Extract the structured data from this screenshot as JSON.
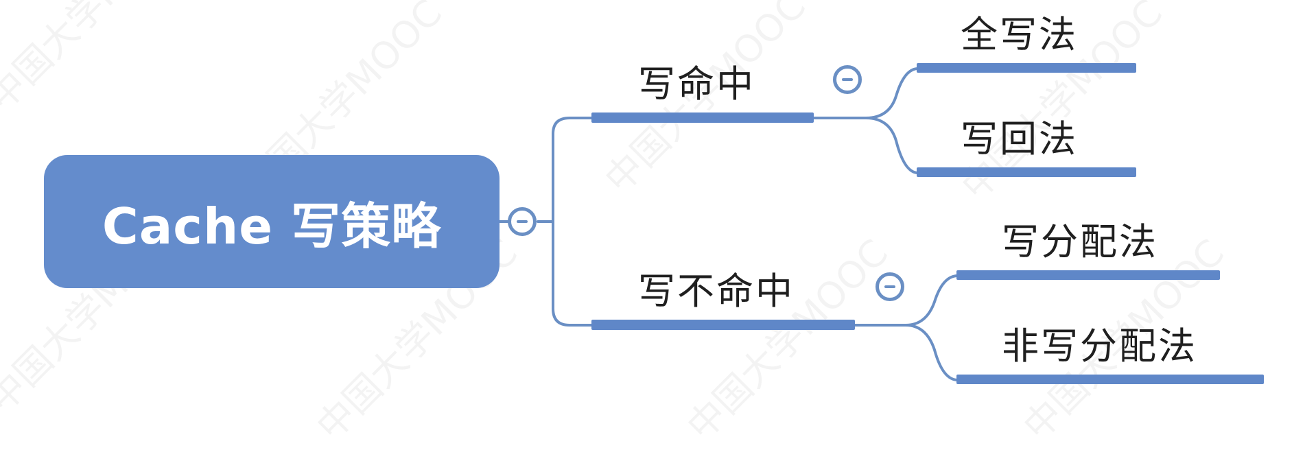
{
  "root": {
    "label": "Cache 写策略"
  },
  "branches": [
    {
      "label": "写命中",
      "children": [
        {
          "label": "全写法"
        },
        {
          "label": "写回法"
        }
      ]
    },
    {
      "label": "写不命中",
      "children": [
        {
          "label": "写分配法"
        },
        {
          "label": "非写分配法"
        }
      ]
    }
  ],
  "watermark": {
    "text": "中国大学MOOC"
  },
  "colors": {
    "root_fill": "#648ccc",
    "bar": "#5f87c8",
    "connector": "#6a8fc4",
    "text": "#1f1f1f",
    "root_text": "#ffffff"
  }
}
